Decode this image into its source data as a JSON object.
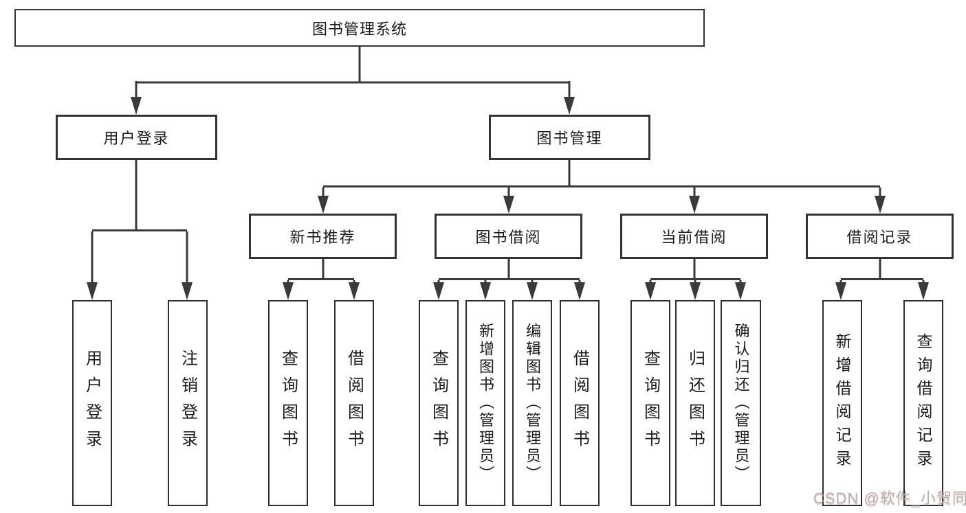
{
  "tree": {
    "root": {
      "label": "图书管理系统"
    },
    "branches": [
      {
        "label": "用户登录",
        "children": [
          {
            "label": "用户登录"
          },
          {
            "label": "注销登录"
          }
        ]
      },
      {
        "label": "图书管理",
        "children": [
          {
            "label": "新书推荐",
            "children": [
              {
                "label": "查询图书"
              },
              {
                "label": "借阅图书"
              }
            ]
          },
          {
            "label": "图书借阅",
            "children": [
              {
                "label": "查询图书"
              },
              {
                "label": "新增图书（管理员）"
              },
              {
                "label": "编辑图书（管理员）"
              },
              {
                "label": "借阅图书"
              }
            ]
          },
          {
            "label": "当前借阅",
            "children": [
              {
                "label": "查询图书"
              },
              {
                "label": "归还图书"
              },
              {
                "label": "确认归还（管理员）"
              }
            ]
          },
          {
            "label": "借阅记录",
            "children": [
              {
                "label": "新增借阅记录"
              },
              {
                "label": "查询借阅记录"
              }
            ]
          }
        ]
      }
    ]
  },
  "watermark": {
    "text": "CSDN @软件_小贺同学"
  },
  "colors": {
    "line": "#3a3a3a",
    "border": "#333333",
    "text": "#1c1c1c",
    "background": "#ffffff",
    "watermark": "#b6b1b1"
  }
}
